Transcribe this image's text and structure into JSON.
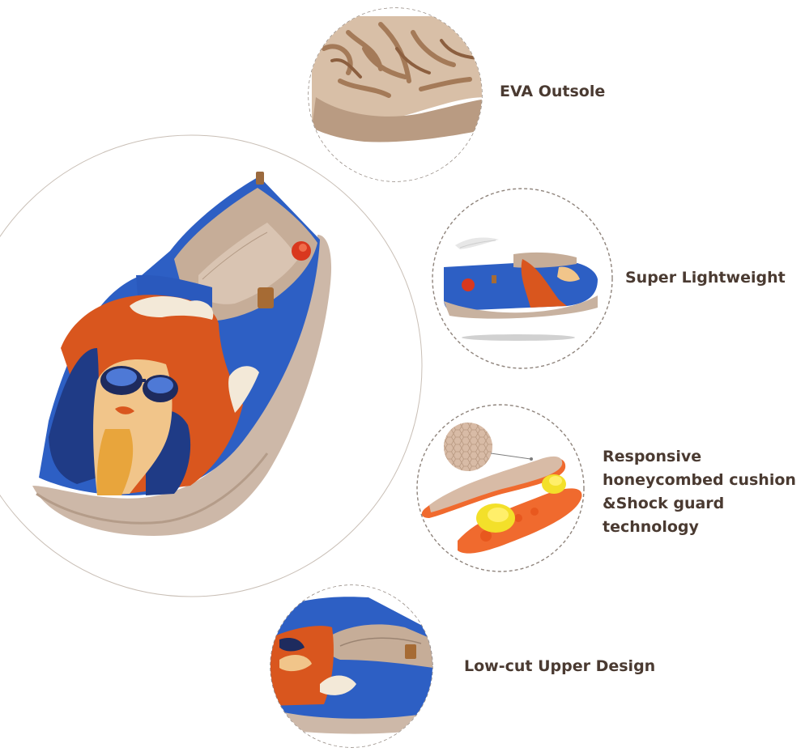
{
  "features": {
    "outsole": {
      "label": "EVA Outsole"
    },
    "lightweight": {
      "label": "Super Lightweight"
    },
    "cushion": {
      "lines": [
        "Responsive",
        "honeycombed cushion",
        "&Shock guard",
        "technology"
      ]
    },
    "upper": {
      "label": "Low-cut Upper Design"
    }
  },
  "colors": {
    "label_text": "#4a3a31",
    "canvas_blue": "#2d5fc4",
    "hair_orange": "#d9561e",
    "sole_beige": "#cdb8a8",
    "dashed_circle": "#9a8f86",
    "insole_orange": "#f06a2e",
    "shock_pad_yellow": "#f3e02a"
  },
  "icons": [
    "shoe-main-image",
    "outsole-closeup-image",
    "lightweight-shoe-image",
    "insole-image",
    "upper-closeup-image"
  ]
}
